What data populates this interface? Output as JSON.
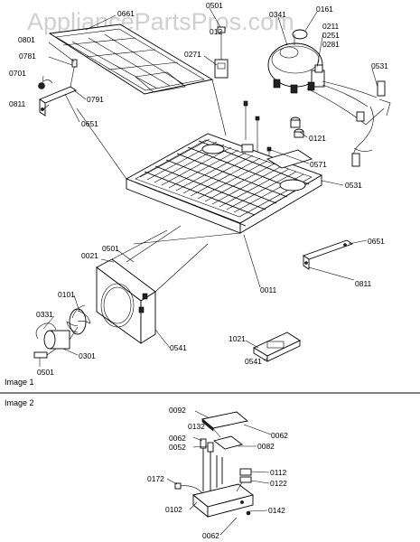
{
  "watermark": "AppliancePartsPros.com",
  "sections": {
    "image1": "Image 1",
    "image2": "Image 2"
  },
  "labels": {
    "p0661": "0661",
    "p0501_top": "0501",
    "p0161": "0161",
    "p0341": "0341",
    "p0801": "0801",
    "p0781": "0781",
    "p0701": "0701",
    "p0811_left": "0811",
    "p0651_left": "0651",
    "p0791": "0791",
    "p0271": "0271",
    "p0211": "0211",
    "p0251": "0251",
    "p0281": "0281",
    "p0531_top": "0531",
    "p0121": "0121",
    "p0571": "0571",
    "p0531_mid": "0531",
    "p0651_right": "0651",
    "p0811_right": "0811",
    "p0021": "0021",
    "p0501_mid": "0501",
    "p0101": "0101",
    "p0331": "0331",
    "p0301": "0301",
    "p0501_bottom": "0501",
    "p0541_fan": "0541",
    "p0011": "0011",
    "p1021": "1021",
    "p0541_box": "0541",
    "p0092": "0092",
    "p0062_top": "0062",
    "p0132": "0132",
    "p0062_left": "0062",
    "p0052": "0052",
    "p0082": "0082",
    "p0172": "0172",
    "p0112": "0112",
    "p0122": "0122",
    "p0102": "0102",
    "p0142": "0142",
    "p0062_bottom": "0062"
  }
}
